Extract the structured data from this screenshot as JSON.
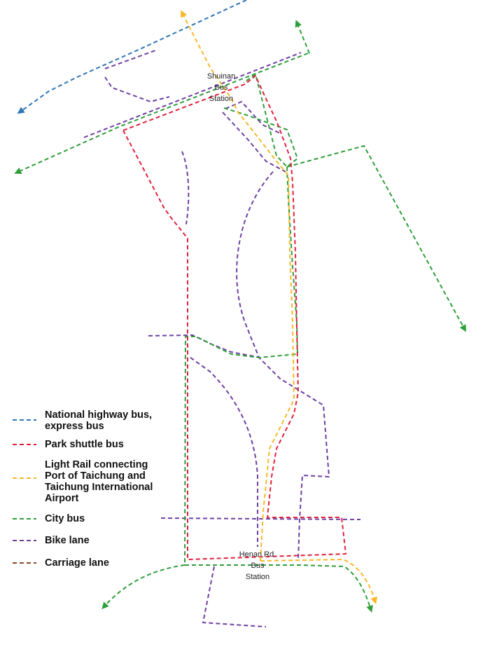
{
  "colors": {
    "highway": "#2e75b6",
    "shuttle": "#e0203c",
    "rail": "#f5b829",
    "city": "#2f9e3a",
    "bike": "#6e3fa3",
    "carriage": "#8b4a2b"
  },
  "stations": {
    "shuinan": [
      "Shuinan",
      "Bus",
      "Station"
    ],
    "henan": [
      "Henan Rd.",
      "Bus",
      "Station"
    ]
  },
  "legend": [
    {
      "key": "highway",
      "lines": [
        "National highway bus,",
        "express bus"
      ]
    },
    {
      "key": "shuttle",
      "lines": [
        "Park shuttle bus"
      ]
    },
    {
      "key": "rail",
      "lines": [
        "Light Rail connecting",
        "Port of Taichung and",
        "Taichung International",
        "Airport"
      ]
    },
    {
      "key": "city",
      "lines": [
        "City bus"
      ]
    },
    {
      "key": "bike",
      "lines": [
        "Bike lane"
      ]
    },
    {
      "key": "carriage",
      "lines": [
        "Carriage lane"
      ]
    }
  ]
}
